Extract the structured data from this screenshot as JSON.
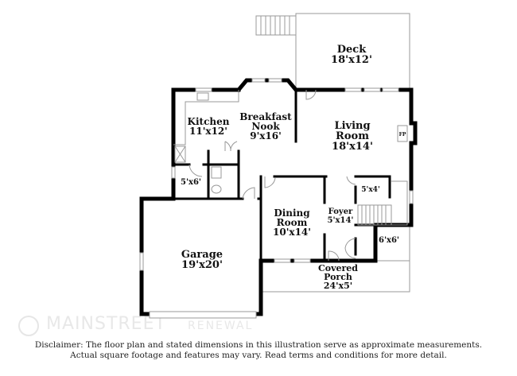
{
  "rooms": {
    "deck": {
      "name": "Deck",
      "dim": "18'x12'"
    },
    "kitchen": {
      "name": "Kitchen",
      "dim": "11'x12'"
    },
    "nook": {
      "name1": "Breakfast",
      "name2": "Nook",
      "dim": "9'x16'"
    },
    "living": {
      "name1": "Living",
      "name2": "Room",
      "dim": "18'x14'"
    },
    "fireplace": "FP",
    "laundry": {
      "dim": "5'x6'"
    },
    "closet": {
      "dim": "5'x4'"
    },
    "foyer": {
      "name": "Foyer",
      "dim": "5'x14'"
    },
    "dining": {
      "name1": "Dining",
      "name2": "Room",
      "dim": "10'x14'"
    },
    "office": {
      "dim": "6'x6'"
    },
    "garage": {
      "name": "Garage",
      "dim": "19'x20'"
    },
    "porch": {
      "name1": "Covered",
      "name2": "Porch",
      "dim": "24'x5'"
    }
  },
  "watermark": {
    "line1": "MAINSTREET",
    "line2": "RENEWAL"
  },
  "disclaimer": {
    "line1": "Disclaimer: The floor plan and stated dimensions in this illustration serve as approximate measurements.",
    "line2": "Actual square footage and features may vary. Read terms and conditions for more detail."
  }
}
